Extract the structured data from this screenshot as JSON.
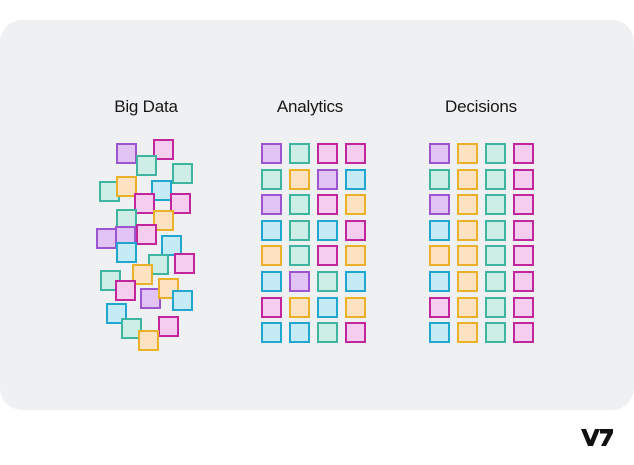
{
  "headings": {
    "big_data": "Big Data",
    "analytics": "Analytics",
    "decisions": "Decisions"
  },
  "colors": {
    "purple": {
      "fill": "#e1c4f4",
      "stroke": "#9c55cf"
    },
    "pink": {
      "fill": "#f5cdef",
      "stroke": "#c2259c"
    },
    "teal": {
      "fill": "#cdeee7",
      "stroke": "#3fb49e"
    },
    "blue": {
      "fill": "#c4ebf6",
      "stroke": "#20a6cf"
    },
    "orange": {
      "fill": "#fde2c1",
      "stroke": "#ebb02a"
    },
    "panel_background": "#eff0f2"
  },
  "big_data_squares": [
    "purple",
    "pink",
    "teal",
    "teal",
    "teal",
    "orange",
    "blue",
    "pink",
    "pink",
    "teal",
    "orange",
    "purple",
    "purple",
    "blue",
    "pink",
    "blue",
    "teal",
    "pink",
    "orange",
    "teal",
    "pink",
    "purple",
    "orange",
    "blue",
    "blue",
    "teal",
    "pink",
    "orange"
  ],
  "analytics_grid": [
    [
      "purple",
      "teal",
      "pink",
      "pink"
    ],
    [
      "teal",
      "orange",
      "purple",
      "blue"
    ],
    [
      "purple",
      "teal",
      "pink",
      "orange"
    ],
    [
      "blue",
      "teal",
      "blue",
      "pink"
    ],
    [
      "orange",
      "teal",
      "pink",
      "orange"
    ],
    [
      "blue",
      "purple",
      "teal",
      "blue"
    ],
    [
      "pink",
      "orange",
      "blue",
      "orange"
    ],
    [
      "blue",
      "blue",
      "teal",
      "pink"
    ]
  ],
  "decisions_grid": [
    [
      "purple",
      "orange",
      "teal",
      "pink"
    ],
    [
      "teal",
      "orange",
      "teal",
      "pink"
    ],
    [
      "purple",
      "orange",
      "teal",
      "pink"
    ],
    [
      "blue",
      "orange",
      "teal",
      "pink"
    ],
    [
      "orange",
      "orange",
      "teal",
      "pink"
    ],
    [
      "blue",
      "orange",
      "teal",
      "pink"
    ],
    [
      "pink",
      "orange",
      "teal",
      "pink"
    ],
    [
      "blue",
      "orange",
      "teal",
      "pink"
    ]
  ],
  "logo_icon": "v7-logo"
}
